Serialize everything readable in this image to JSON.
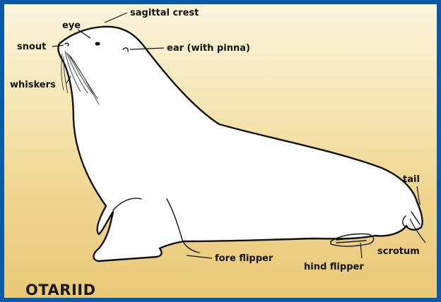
{
  "diagram": {
    "title": "OTARIID",
    "colors": {
      "frame": "#0a5aa8",
      "background_top": "#fbf4dd",
      "background_bottom": "#e9c978",
      "body_fill": "#ffffff",
      "outline": "#111111"
    },
    "labels": {
      "sagittal_crest": "sagittal crest",
      "eye": "eye",
      "snout": "snout",
      "ear": "ear (with pinna)",
      "whiskers": "whiskers",
      "tail": "tail",
      "scrotum": "scrotum",
      "fore_flipper": "fore flipper",
      "hind_flipper": "hind flipper"
    }
  }
}
